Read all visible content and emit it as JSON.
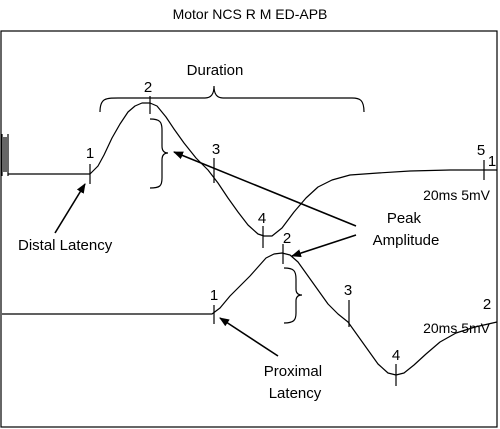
{
  "title": "Motor NCS R M ED-APB",
  "labels": {
    "duration": "Duration",
    "distal_latency": "Distal Latency",
    "peak_line1": "Peak",
    "peak_line2": "Amplitude",
    "proximal_line1": "Proximal",
    "proximal_line2": "Latency"
  },
  "upper_trace": {
    "markers": [
      "1",
      "2",
      "3",
      "4",
      "5"
    ],
    "channel": "1",
    "scale": "20ms 5mV"
  },
  "lower_trace": {
    "markers": [
      "1",
      "2",
      "3",
      "4"
    ],
    "channel": "2",
    "scale": "20ms 5mV"
  }
}
